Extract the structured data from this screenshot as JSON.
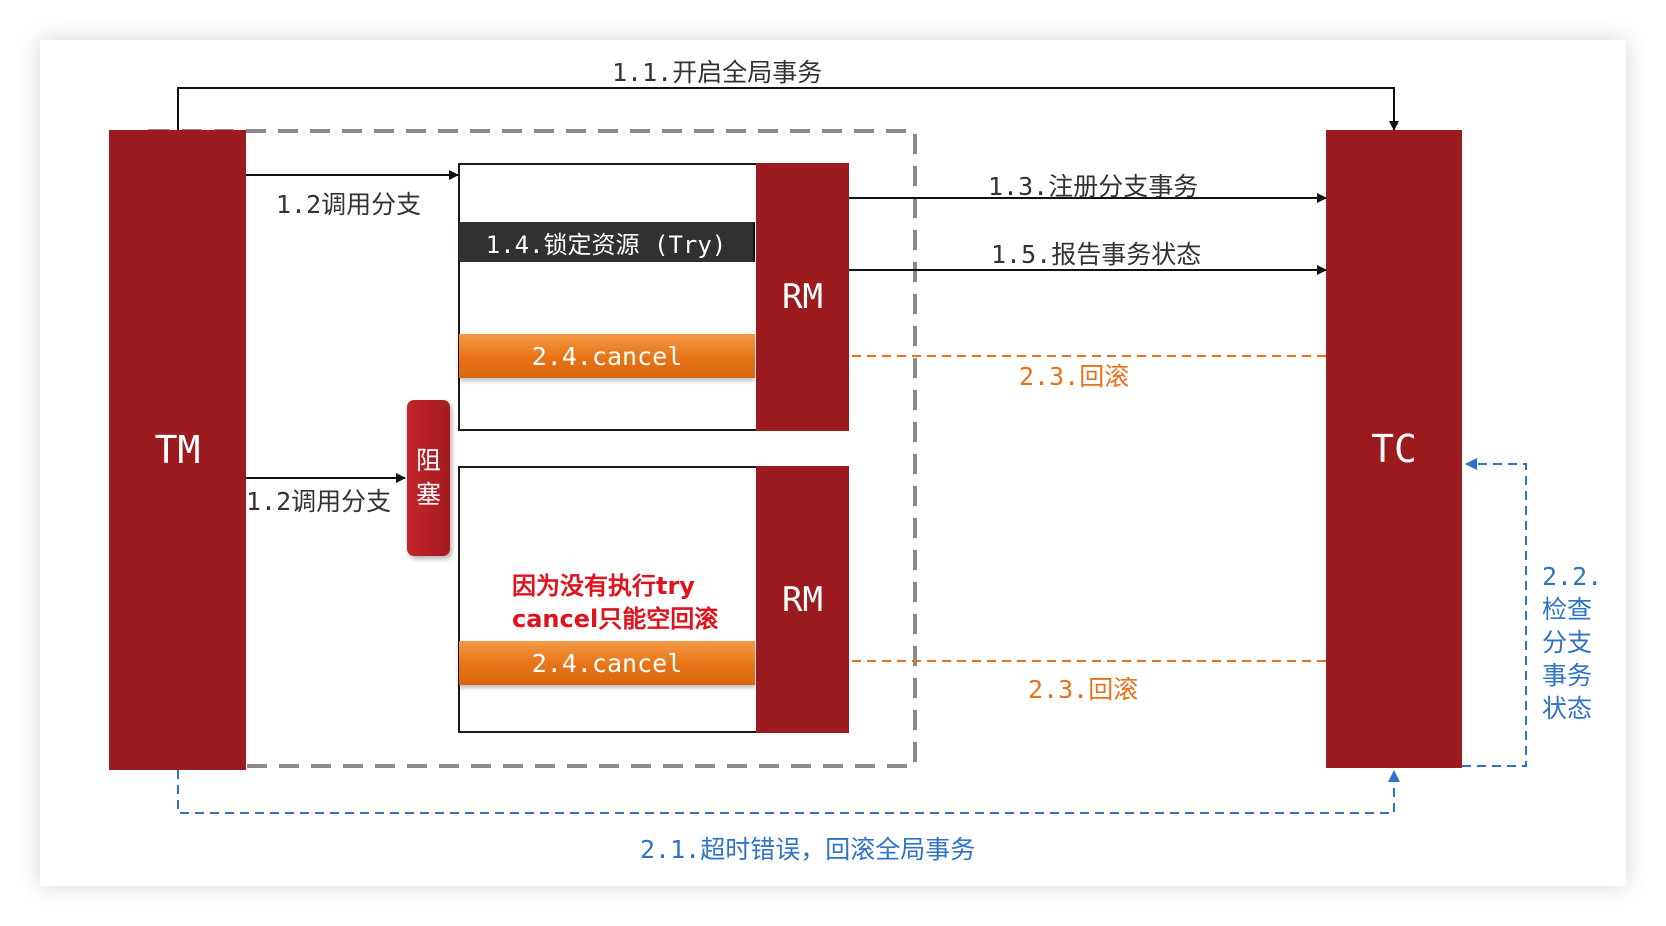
{
  "blocks": {
    "tm": "TM",
    "tc": "TC",
    "rm_top": "RM",
    "rm_bottom": "RM"
  },
  "labels": {
    "open_global": "1.1.开启全局事务",
    "call_branch_top": "1.2调用分支",
    "call_branch_bottom": "1.2调用分支",
    "register_branch": "1.3.注册分支事务",
    "report_status": "1.5.报告事务状态",
    "rollback_top": "2.3.回滚",
    "rollback_bottom": "2.3.回滚",
    "timeout_rollback": "2.1.超时错误，回滚全局事务",
    "check_status": [
      "2.2.",
      "检查",
      "分支",
      "事务",
      "状态"
    ]
  },
  "bars": {
    "lock_resource": "1.4.锁定资源 (Try)",
    "cancel_top": "2.4.cancel",
    "cancel_bottom": "2.4.cancel"
  },
  "blocking": [
    "阻",
    "塞"
  ],
  "note": [
    "因为没有执行try",
    "cancel只能空回滚"
  ],
  "colors": {
    "block": "#9b1b1f",
    "orange": "#e8721c",
    "blue": "#2e73c5",
    "red_note": "#e0131c",
    "dark_bar": "#2f3132"
  }
}
